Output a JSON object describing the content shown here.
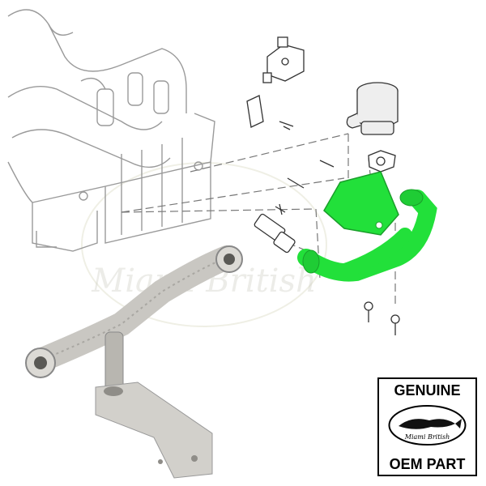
{
  "watermark": {
    "text": "Miami British"
  },
  "badge": {
    "line1": "GENUINE",
    "logo_text": "Miami British",
    "line2": "OEM PART"
  },
  "colors": {
    "highlight": "#22e03a",
    "line": "#9a9a9a",
    "metal": "#c9c7c2"
  },
  "icons": [
    "fish-logo-icon"
  ]
}
